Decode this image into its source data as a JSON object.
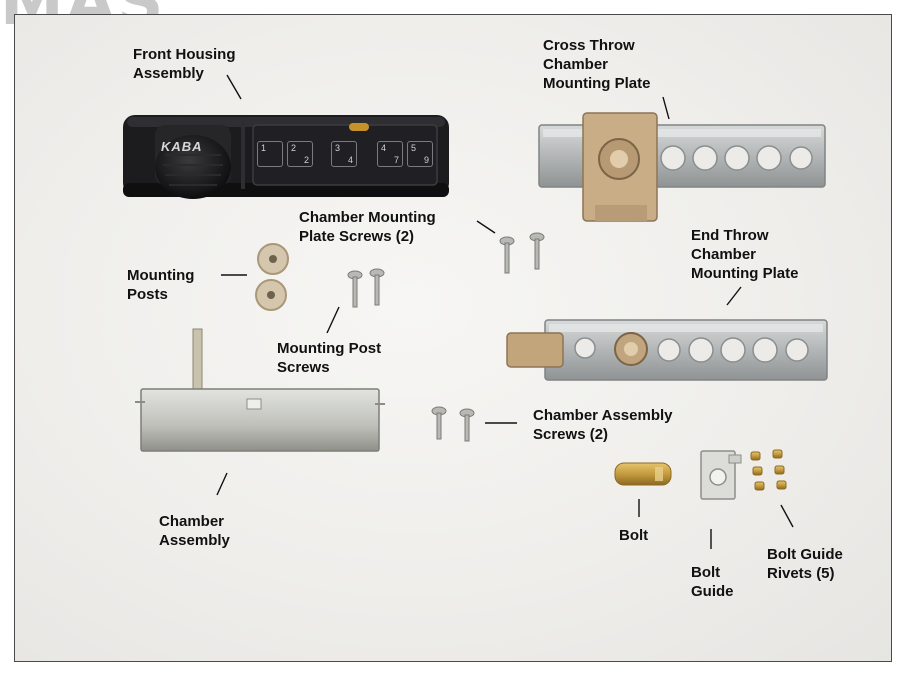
{
  "watermark": {
    "text": "MAS"
  },
  "labels": {
    "front_housing": {
      "line1": "Front Housing",
      "line2": "Assembly"
    },
    "cross_throw": {
      "line1": "Cross Throw",
      "line2": "Chamber",
      "line3": "Mounting Plate"
    },
    "chamber_mounting_plate_screws": {
      "line1": "Chamber Mounting",
      "line2": "Plate Screws (2)"
    },
    "end_throw": {
      "line1": "End Throw",
      "line2": "Chamber",
      "line3": "Mounting Plate"
    },
    "mounting_posts": {
      "line1": "Mounting",
      "line2": "Posts"
    },
    "mounting_post_screws": {
      "line1": "Mounting Post",
      "line2": "Screws"
    },
    "chamber_assembly_screws": {
      "line1": "Chamber Assembly",
      "line2": "Screws (2)"
    },
    "chamber_assembly": {
      "line1": "Chamber",
      "line2": "Assembly"
    },
    "bolt": {
      "line1": "Bolt"
    },
    "bolt_guide": {
      "line1": "Bolt",
      "line2": "Guide"
    },
    "bolt_guide_rivets": {
      "line1": "Bolt Guide",
      "line2": "Rivets (5)"
    }
  },
  "housing": {
    "brand_logo_text": "KABA",
    "keypad_keys": [
      {
        "top": "1",
        "bottom": ""
      },
      {
        "top": "2",
        "bottom": "2"
      },
      {
        "top": "3",
        "bottom": "4"
      },
      {
        "top": "4",
        "bottom": "7"
      },
      {
        "top": "5",
        "bottom": "9"
      }
    ]
  },
  "colors": {
    "housing": "#1c1c1e",
    "plate_metal": "#b9bcbc",
    "brass": "#c8a24a",
    "leader_line": "#111111",
    "frame_border": "#4a4a4a"
  }
}
